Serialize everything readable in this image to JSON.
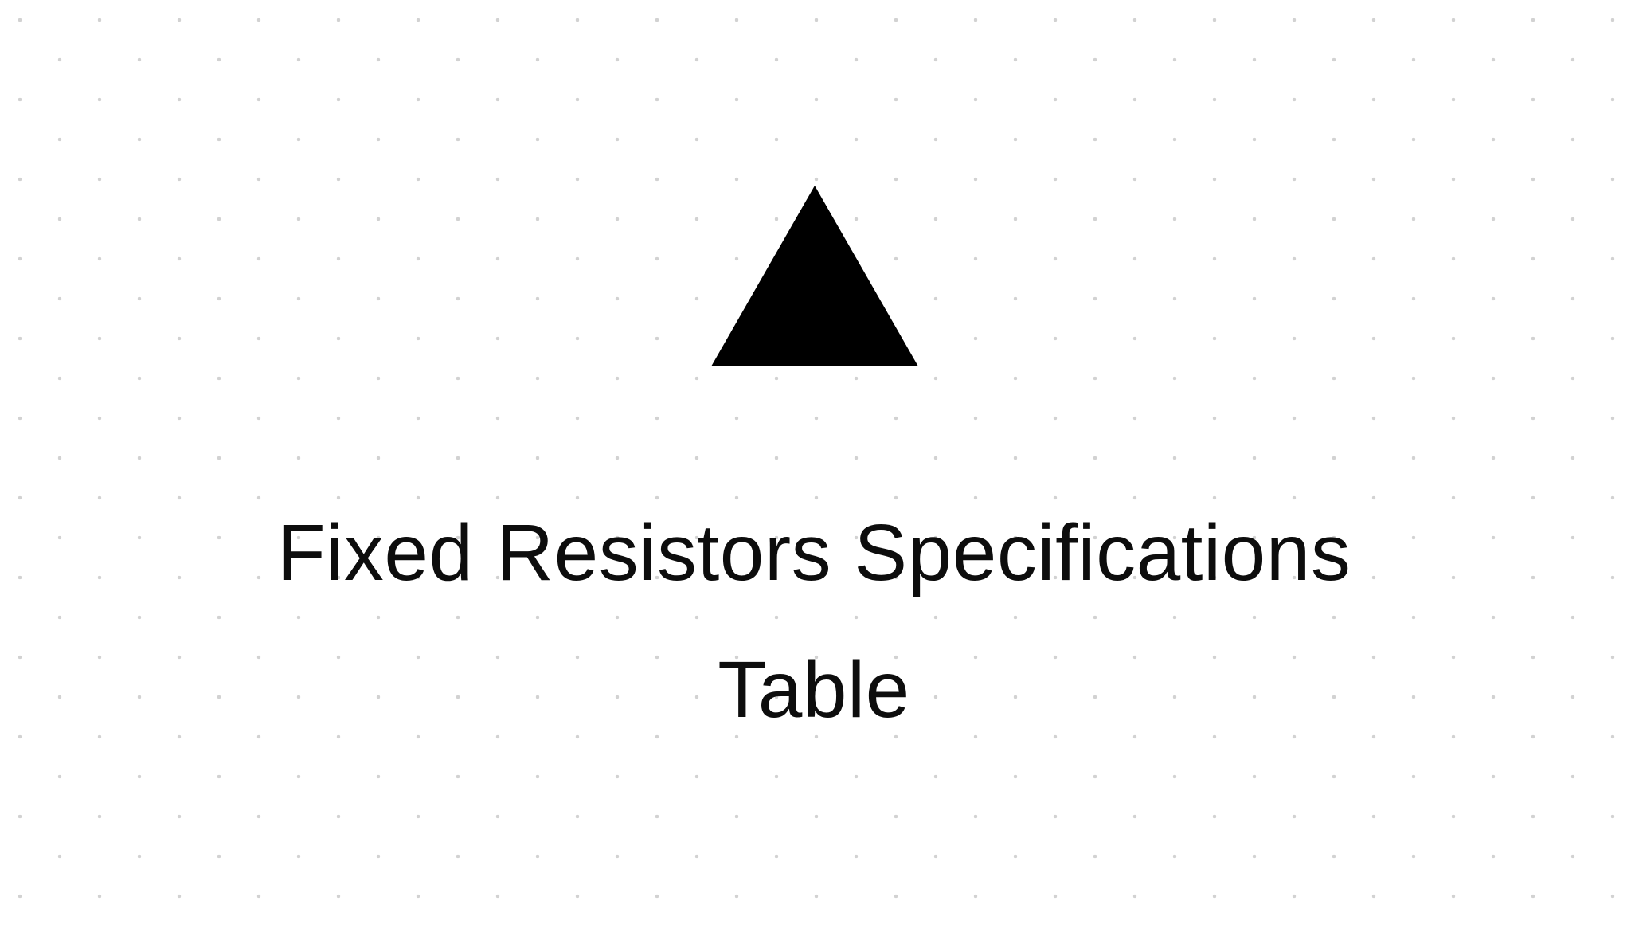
{
  "canvas": {
    "background_color": "#ffffff",
    "dot_color": "#d2d2d2",
    "shape": {
      "type": "triangle",
      "fill": "#000000"
    },
    "title": {
      "text": "Fixed Resistors Specifications\nTable",
      "line1": "Fixed Resistors Specifications",
      "line2": "Table",
      "color": "#0d0d0d"
    }
  }
}
